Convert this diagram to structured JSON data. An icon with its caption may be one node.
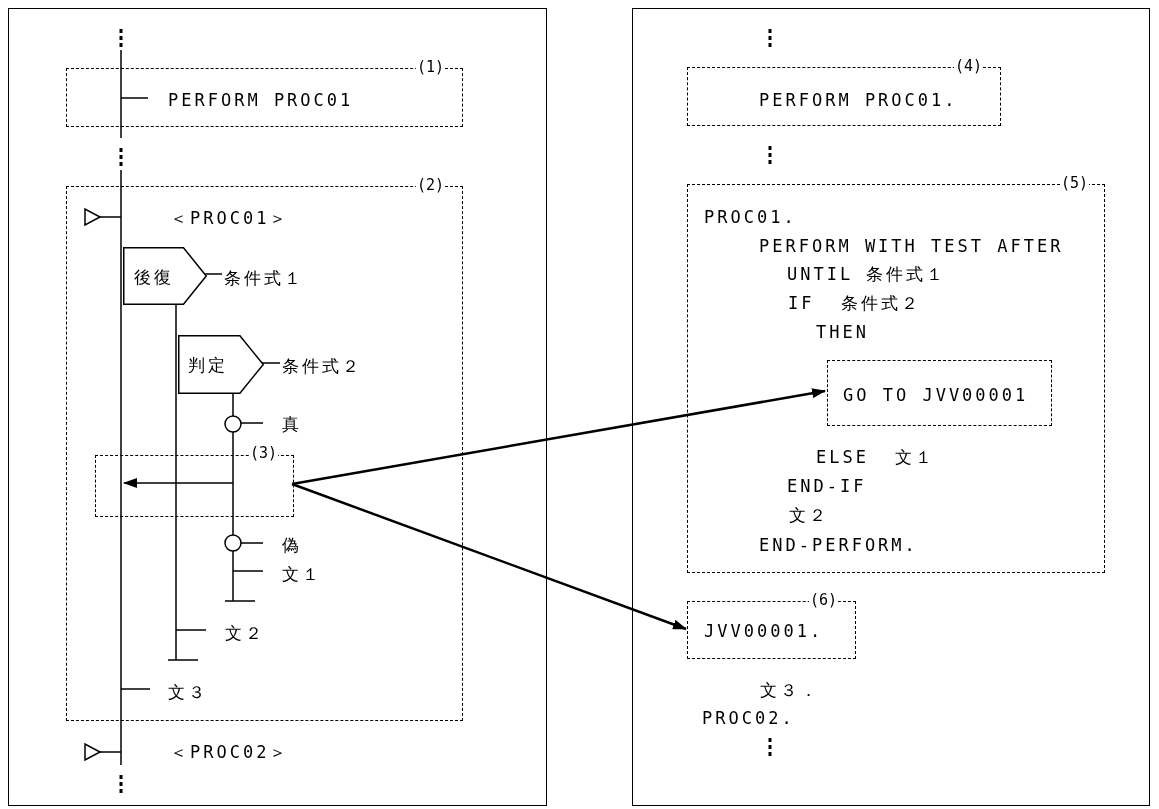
{
  "diagram": {
    "nodes": [
      {
        "text": [],
        "shape": "box"
      },
      {
        "text": [],
        "shape": "box"
      },
      {
        "text": [
          "PERFORM PROC01"
        ],
        "beside": [
          "(1)"
        ],
        "in": 0
      },
      {
        "text": [],
        "shape": "box",
        "beside": [
          "(2)"
        ],
        "in": 0
      },
      {
        "text": [
          "後復"
        ],
        "beside": [
          "条件式１"
        ],
        "in": 3
      },
      {
        "text": [
          "判定"
        ],
        "beside": [
          "条件式２"
        ],
        "in": 3
      },
      {
        "text": [],
        "shape": "box",
        "beside": [
          "(3)"
        ],
        "in": 3
      },
      {
        "text": [
          "PERFORM PROC01."
        ],
        "beside": [
          "(4)"
        ],
        "in": 1
      },
      {
        "text": [
          "PROC01.",
          "PERFORM WITH TEST AFTER",
          "UNTIL 条件式１",
          "IF  条件式２",
          "THEN",
          "ELSE  文１",
          "END-IF",
          "文２",
          "END-PERFORM."
        ],
        "beside": [
          "(5)"
        ],
        "in": 1
      },
      {
        "text": [
          "GO TO JVV00001"
        ],
        "in": 8
      },
      {
        "text": [
          "JVV00001."
        ],
        "beside": [
          "(6)"
        ],
        "in": 1
      }
    ],
    "edges": [
      {
        "from": 6,
        "to": 9,
        "arrow": "to"
      },
      {
        "from": 6,
        "to": 10,
        "arrow": "to"
      }
    ],
    "labels": [
      "＜PROC01＞",
      "真",
      "偽",
      "文１",
      "文２",
      "文３",
      "＜PROC02＞",
      "文３．",
      "PROC02."
    ]
  }
}
